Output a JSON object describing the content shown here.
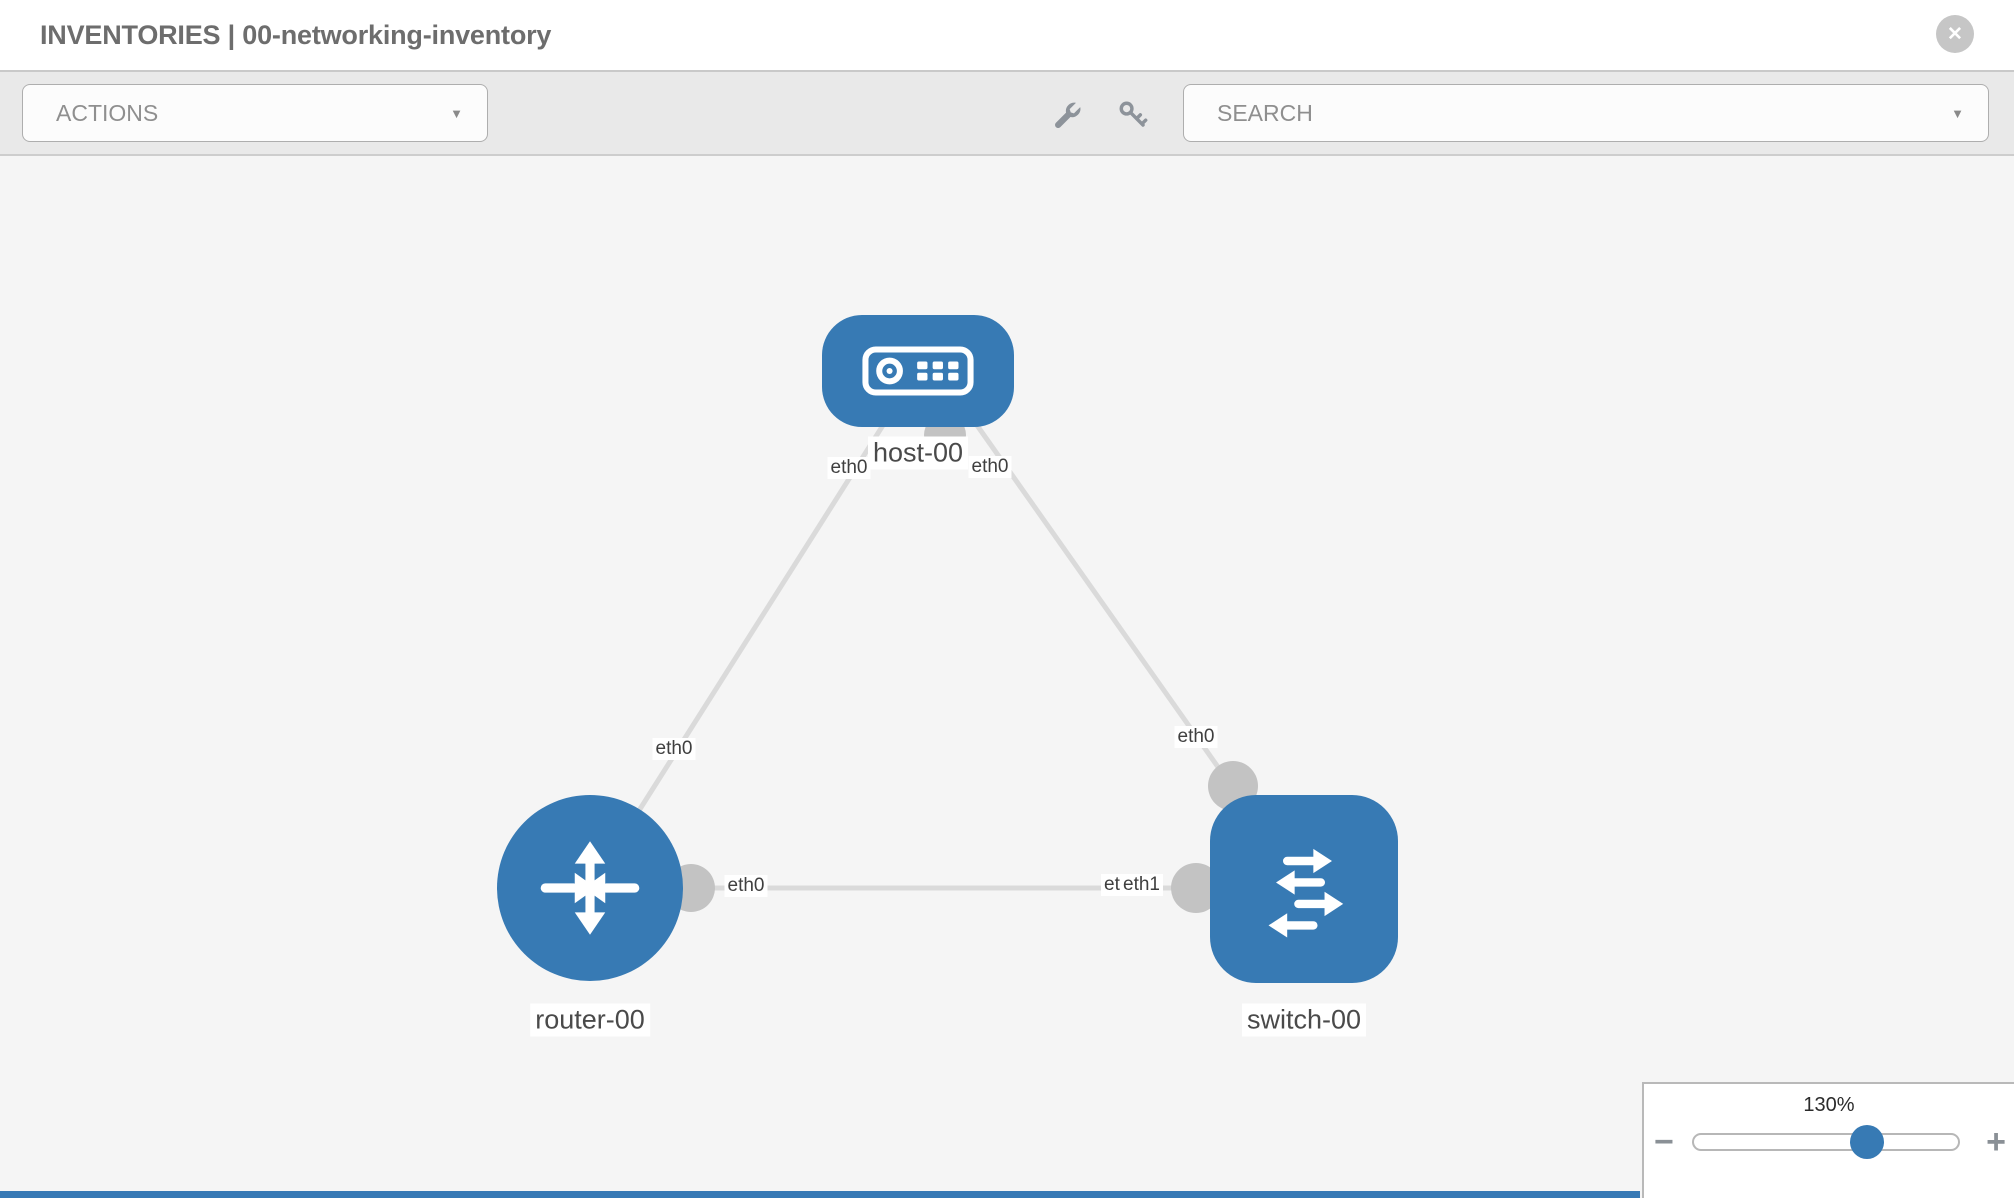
{
  "header": {
    "title": "INVENTORIES | 00-networking-inventory"
  },
  "icons": {
    "close": "✕",
    "caret": "▼",
    "minus": "−",
    "plus": "+",
    "toolbar_icons": [
      "wrench-icon",
      "key-icon"
    ]
  },
  "toolbar": {
    "actions_label": "ACTIONS",
    "search_placeholder": "SEARCH"
  },
  "topology": {
    "nodes": [
      {
        "label": "host-00",
        "type": "host"
      },
      {
        "label": "router-00",
        "type": "router"
      },
      {
        "label": "switch-00",
        "type": "switch"
      }
    ],
    "links": [
      {
        "from": "host-00",
        "to": "router-00",
        "from_iface": "eth0",
        "to_iface": "eth0"
      },
      {
        "from": "host-00",
        "to": "switch-00",
        "from_iface": "eth0",
        "to_iface": "eth0"
      },
      {
        "from": "router-00",
        "to": "switch-00",
        "from_iface": "eth0",
        "to_iface": "eth1"
      }
    ],
    "iface_labels": [
      "eth0",
      "eth0",
      "eth0",
      "eth0",
      "eth0",
      "eth0",
      "eth1"
    ]
  },
  "zoom_control": {
    "level": "130%",
    "percent_position": 64.5
  },
  "colors": {
    "node_blue": "#377ab4",
    "link_gray": "#dadada",
    "port_gray": "#c3c3c3",
    "toolbar_gray": "#e9e9e9",
    "canvas_gray": "#f5f5f5"
  }
}
